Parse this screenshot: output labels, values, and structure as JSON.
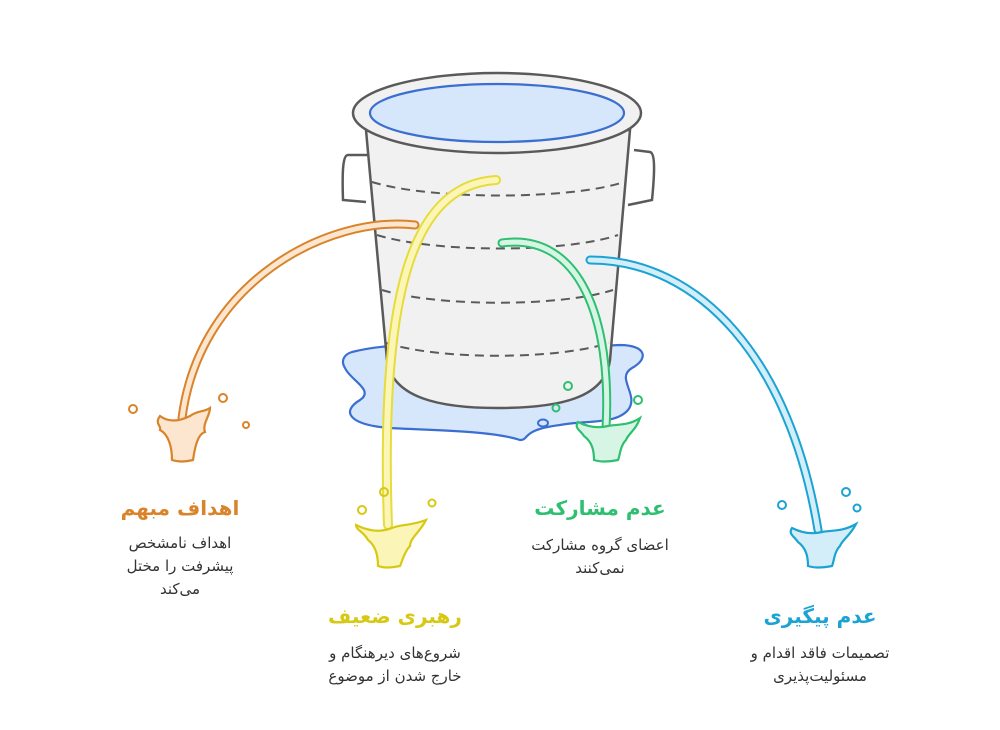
{
  "colors": {
    "orange": "#d9832b",
    "yellow": "#e6dc3a",
    "green": "#2fbf71",
    "cyan": "#1aa3d3",
    "water": "#d6e6fb",
    "water_stroke": "#3a6fd1",
    "bucket_fill": "#f1f1f1",
    "bucket_stroke": "#5a5a5a"
  },
  "items": [
    {
      "title": "اهداف مبهم",
      "desc": [
        "اهداف نامشخص",
        "پیشرفت را مختل",
        "می‌کند"
      ],
      "color": "#d9832b"
    },
    {
      "title": "رهبری ضعیف",
      "desc": [
        "شروع‌های دیرهنگام و",
        "خارج شدن از موضوع"
      ],
      "color": "#d7c913"
    },
    {
      "title": "عدم مشارکت",
      "desc": [
        "اعضای گروه مشارکت",
        "نمی‌کنند"
      ],
      "color": "#2fbf71"
    },
    {
      "title": "عدم پیگیری",
      "desc": [
        "تصمیمات فاقد اقدام و",
        "مسئولیت‌پذیری"
      ],
      "color": "#1aa3d3"
    }
  ]
}
